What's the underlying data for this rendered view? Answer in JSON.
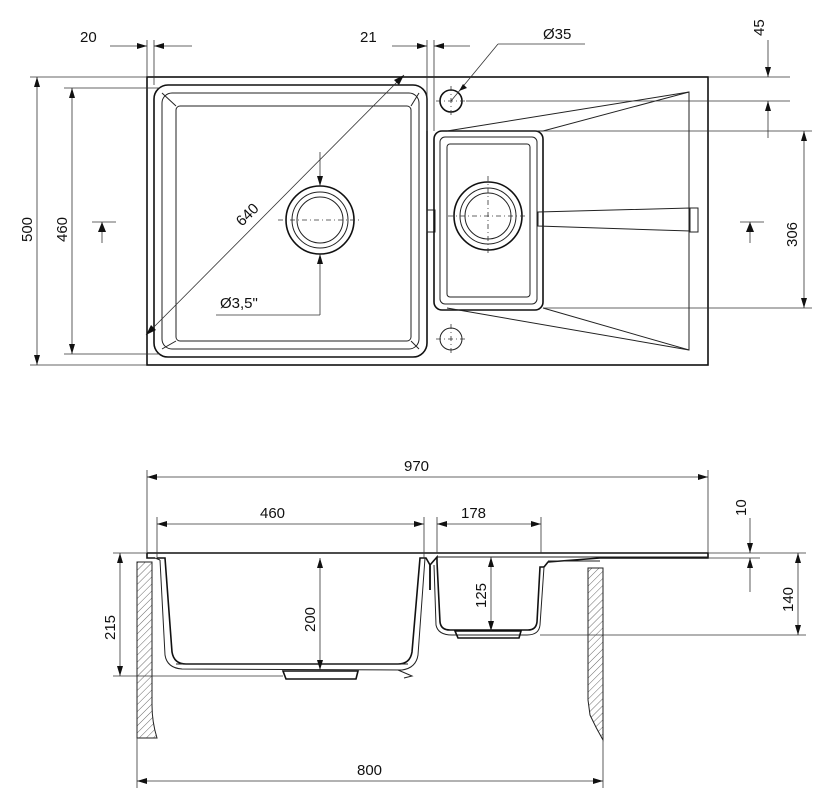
{
  "top_view": {
    "dim_rim_left": "20",
    "dim_rim_mid": "21",
    "dim_tap_hole": "Ø35",
    "dim_tap_offset": "45",
    "dim_outer_depth": "500",
    "dim_bowl_depth": "460",
    "dim_small_bowl_depth": "306",
    "dim_diagonal": "640",
    "dim_waste": "Ø3,5\""
  },
  "side_view": {
    "dim_total_width": "970",
    "dim_main_bowl_width": "460",
    "dim_small_bowl_width": "178",
    "dim_lip": "10",
    "dim_overall_depth": "215",
    "dim_main_bowl_height": "200",
    "dim_small_bowl_height": "125",
    "dim_drainer_height": "140",
    "dim_cabinet": "800"
  }
}
